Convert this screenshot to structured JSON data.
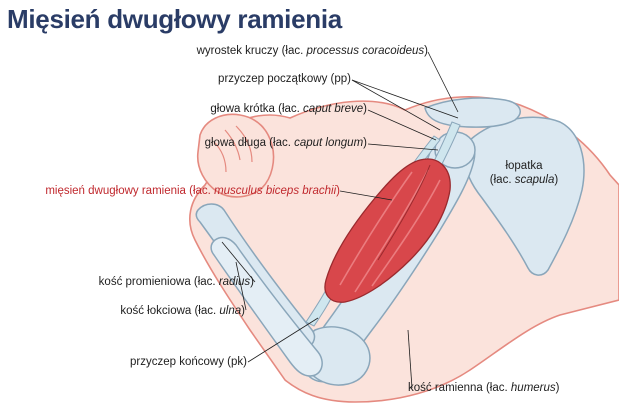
{
  "title": "Mięsień dwugłowy ramienia",
  "labels": {
    "coracoid": {
      "text": "wyrostek kruczy (łac. ",
      "latin": "processus coracoideus",
      "close": ")"
    },
    "origin": {
      "text": "przyczep początkowy (pp)"
    },
    "short_head": {
      "text": "głowa krótka (łac. ",
      "latin": "caput breve",
      "close": ")"
    },
    "long_head": {
      "text": "głowa długa (łac. ",
      "latin": "caput longum",
      "close": ")"
    },
    "biceps": {
      "text": "mięsień dwugłowy ramienia (łac. ",
      "latin": "musculus biceps brachii",
      "close": ")"
    },
    "radius": {
      "text": "kość promieniowa (łac. ",
      "latin": "radius",
      "close": ")"
    },
    "ulna": {
      "text": "kość łokciowa (łac. ",
      "latin": "ulna",
      "close": ")"
    },
    "insertion": {
      "text": "przyczep końcowy (pk)"
    },
    "humerus": {
      "text": "kość ramienna (łac. ",
      "latin": "humerus",
      "close": ")"
    },
    "scapula": {
      "line1": "łopatka",
      "line2": "(łac. ",
      "latin": "scapula",
      "close": ")"
    }
  },
  "colors": {
    "title": "#2a3c66",
    "highlight_label": "#c0282d",
    "skin_outline": "#e58a80",
    "skin_fill": "#fbe3dc",
    "bone": "#dbe8f1",
    "bone_outline": "#8aa6ba",
    "muscle": "#d8474b",
    "tendon": "#cfe6ee"
  }
}
